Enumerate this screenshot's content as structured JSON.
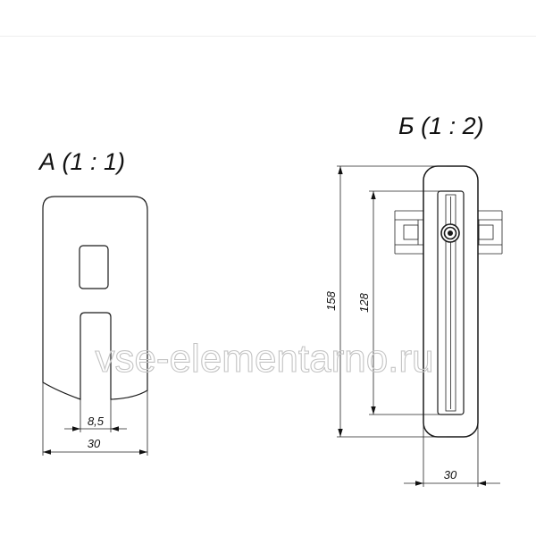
{
  "views": {
    "a": {
      "title": "А (1 : 1)",
      "dim_slot": "8,5",
      "dim_width": "30"
    },
    "b": {
      "title": "Б (1 : 2)",
      "dim_total": "158",
      "dim_slot": "128",
      "dim_width": "30"
    }
  },
  "watermark": "vse-elementarno.ru",
  "colors": {
    "line": "#1a1a1a",
    "watermark": "#c4c4c4"
  }
}
